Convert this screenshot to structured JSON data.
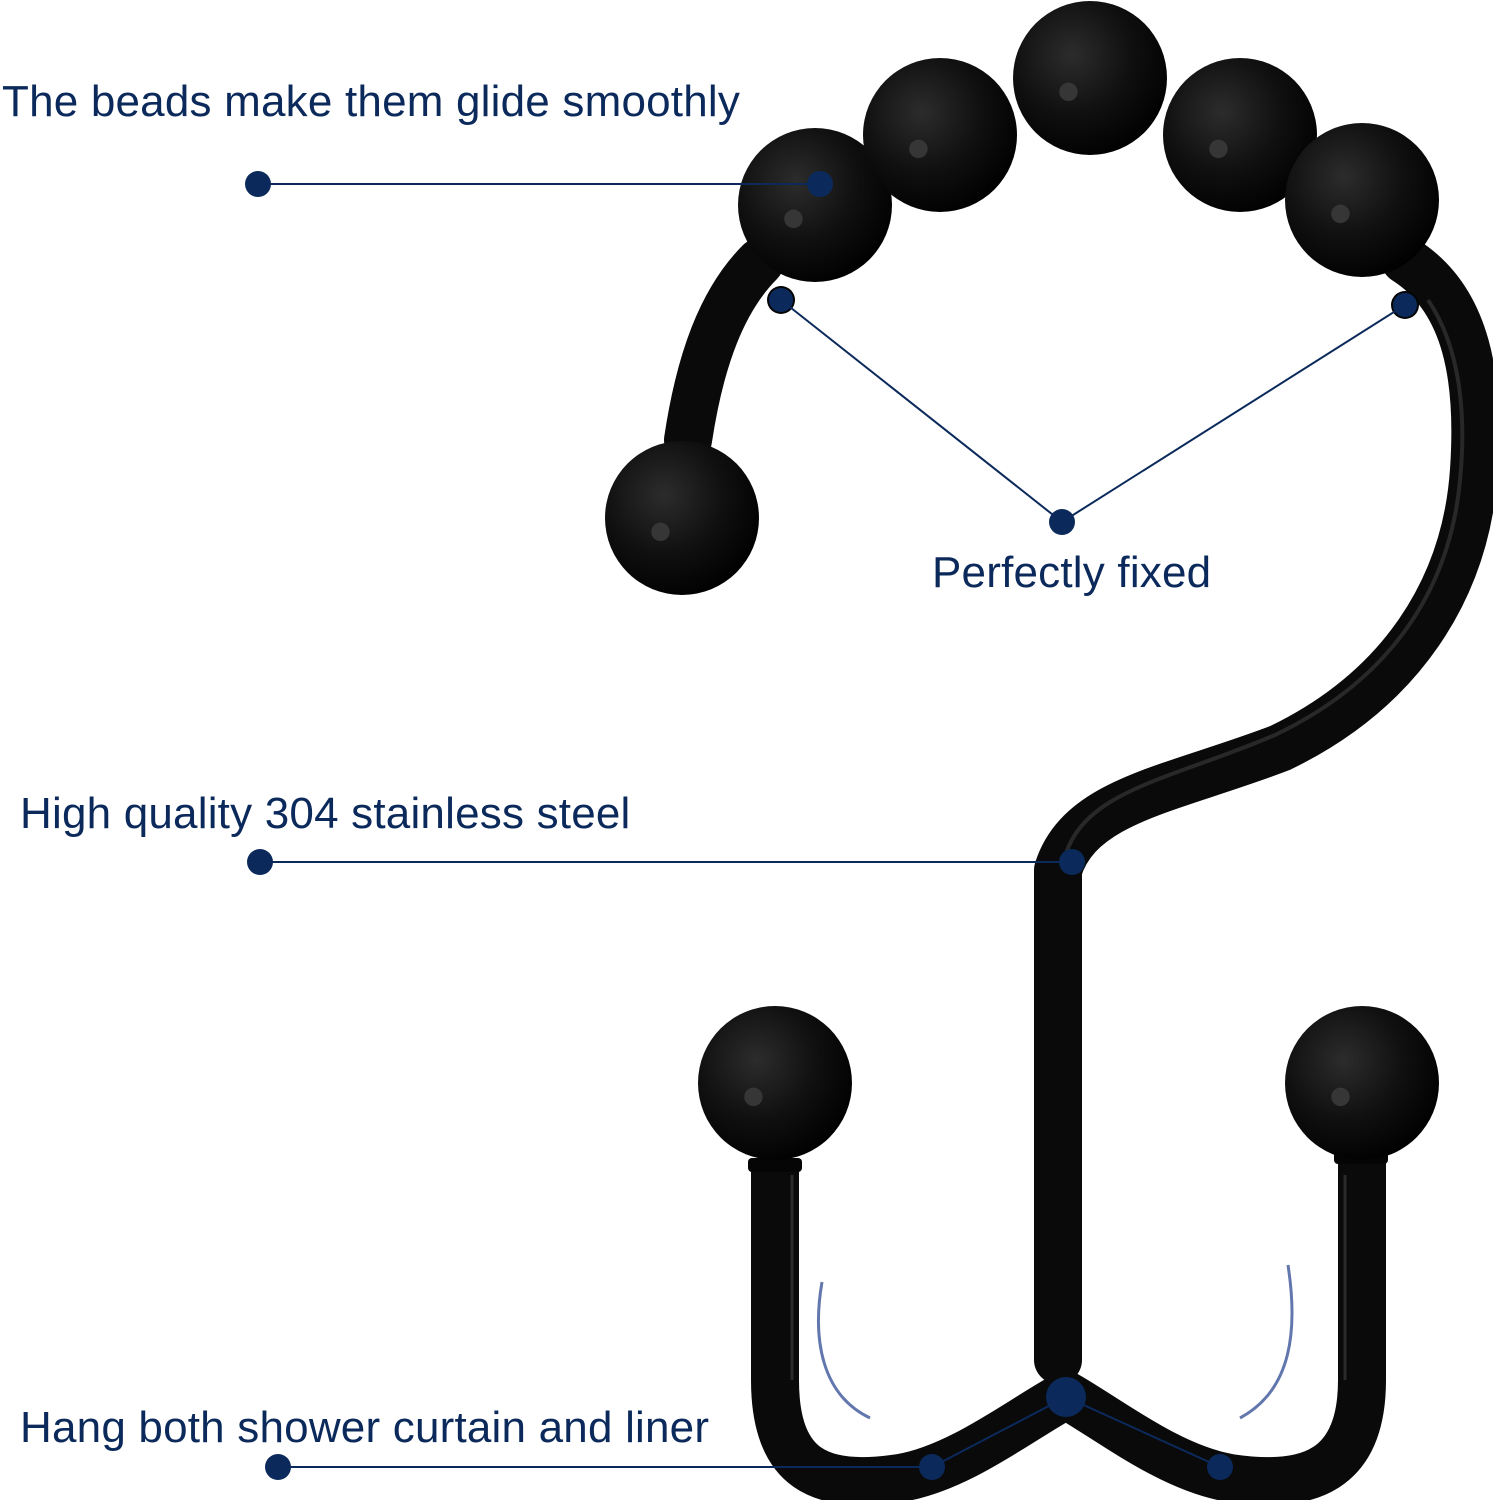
{
  "product": {
    "name": "double shower curtain hook with roller beads",
    "hook_color": "#0a0a0a",
    "bead_highlight_color": "#3a3a3a"
  },
  "theme": {
    "background": "#ffffff",
    "callout_color": "#0b2a5b",
    "text_color": "#0b2a5b"
  },
  "callouts": [
    {
      "id": "beads",
      "text": "The beads make them glide smoothly"
    },
    {
      "id": "fixed",
      "text": "Perfectly fixed"
    },
    {
      "id": "steel",
      "text": "High quality 304 stainless steel"
    },
    {
      "id": "hang",
      "text": "Hang both shower curtain and liner"
    }
  ]
}
